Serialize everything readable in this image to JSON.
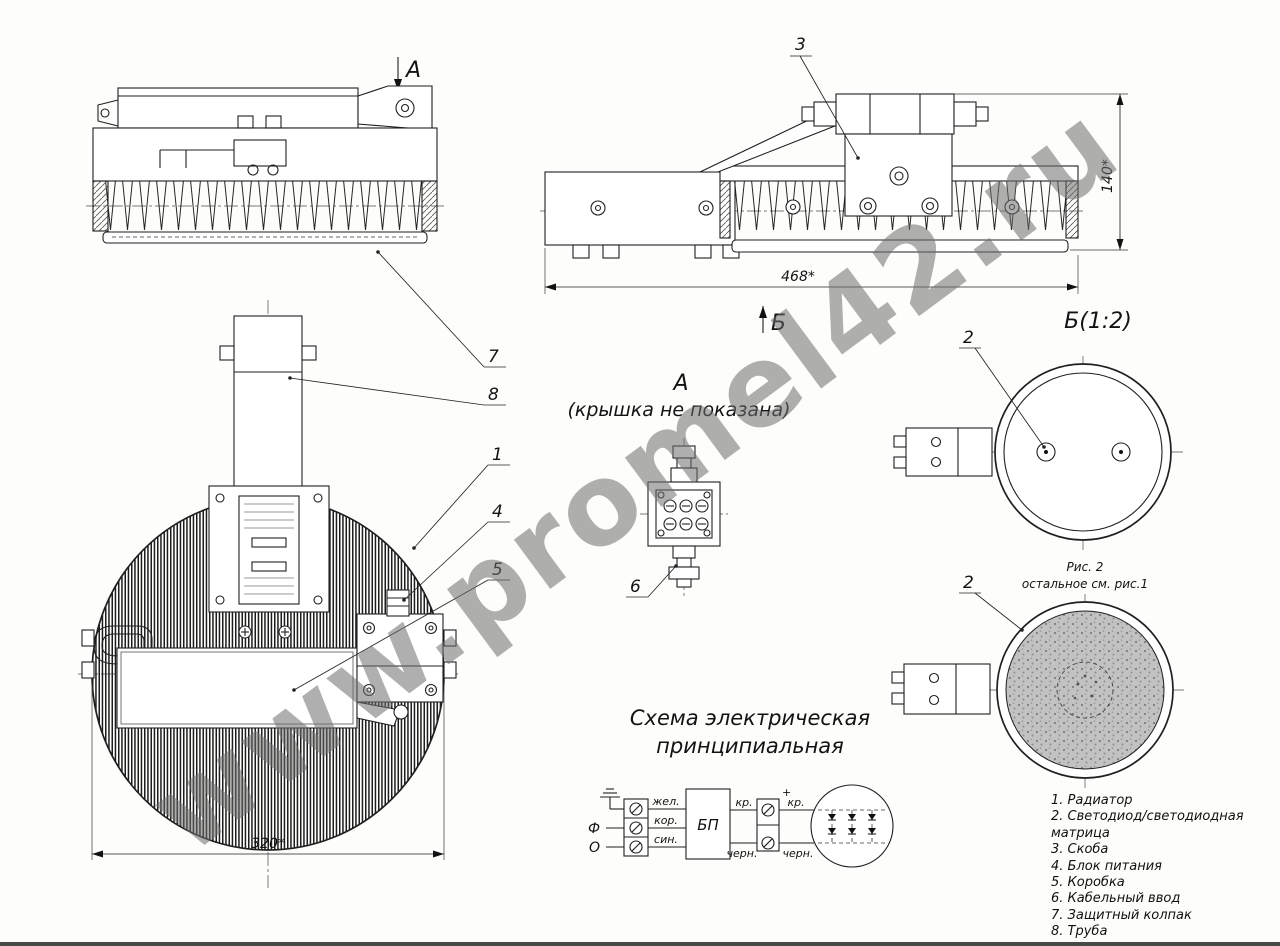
{
  "watermark": {
    "text": "www.promel42.ru"
  },
  "section_marks": {
    "a_arrow": "А",
    "b_arrow": "Б"
  },
  "callouts": {
    "n1": "1",
    "n2": "2",
    "n3": "3",
    "n4": "4",
    "n5": "5",
    "n6": "6",
    "n7": "7",
    "n8": "8"
  },
  "dimensions": {
    "length": "468*",
    "height": "140*",
    "diameter": "320*"
  },
  "view_a": {
    "title": "А",
    "subtitle": "(крышка не показана)"
  },
  "detail_b": {
    "title": "Б(1:2)",
    "caption_line1": "Рис. 2",
    "caption_line2": "остальное см. рис.1"
  },
  "schematic": {
    "title_line1": "Схема электрическая",
    "title_line2": "принципиальная",
    "psu": "БП",
    "input_phase": "Ф",
    "input_neutral": "О",
    "wire_yellow": "жел.",
    "wire_brown": "кор.",
    "wire_blue": "син.",
    "wire_red": "кр.",
    "wire_black": "черн.",
    "plus": "+"
  },
  "parts_list": {
    "items": [
      "1. Радиатор",
      "2. Светодиод/светодиодная матрица",
      "3. Скоба",
      "4. Блок питания",
      "5. Коробка",
      "6. Кабельный ввод",
      "7. Защитный колпак",
      "8. Труба"
    ]
  }
}
